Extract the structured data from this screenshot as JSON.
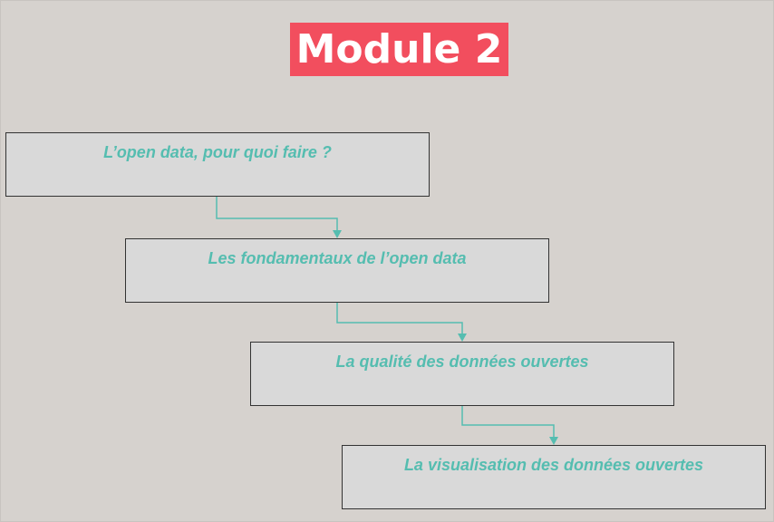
{
  "title": "Module 2",
  "colors": {
    "background": "#d6d2ce",
    "title_bg": "#f24e5e",
    "box_fill": "#d9d9d9",
    "box_text": "#55bdb0",
    "connector": "#55bdb0"
  },
  "steps": [
    {
      "label": "L’open data, pour quoi faire ?"
    },
    {
      "label": "Les fondamentaux de l’open data"
    },
    {
      "label": "La qualité des données ouvertes"
    },
    {
      "label": "La visualisation des données ouvertes"
    }
  ]
}
